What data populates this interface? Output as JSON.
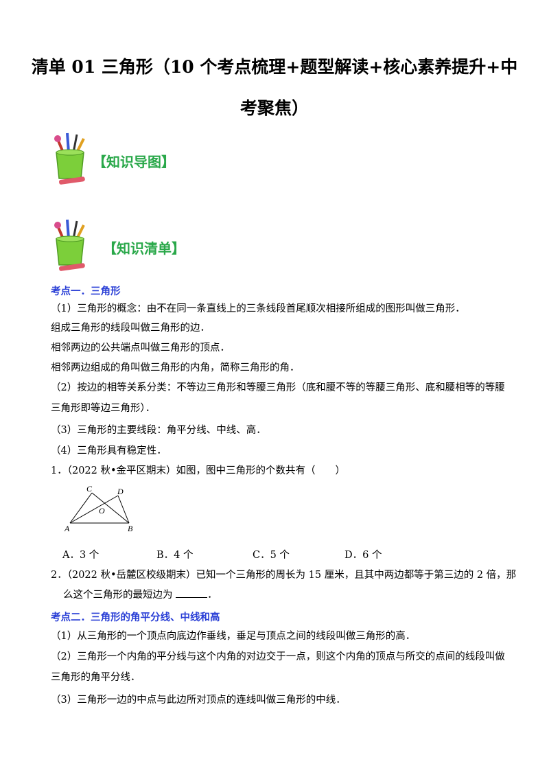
{
  "title": {
    "line1": "清单 01  三角形（10 个考点梳理+题型解读+核心素养提升+中",
    "line2": "考聚焦）"
  },
  "banners": {
    "mindmap": "【知识导图】",
    "checklist": "【知识清单】"
  },
  "section1": {
    "heading": "考点一．三角形",
    "p1": "（1）三角形的概念：由不在同一条直线上的三条线段首尾顺次相接所组成的图形叫做三角形．",
    "p2": "组成三角形的线段叫做三角形的边．",
    "p3": "相邻两边的公共端点叫做三角形的顶点．",
    "p4": "相邻两边组成的角叫做三角形的内角，简称三角形的角．",
    "p5a": "（2）按边的相等关系分类：不等边三角形和等腰三角形（底和腰不等的等腰三角形、底和腰相等的等腰",
    "p5b": "三角形即等边三角形）．",
    "p6": "（3）三角形的主要线段：角平分线、中线、高．",
    "p7": "（4）三角形具有稳定性．"
  },
  "q1": {
    "text": "1．（2022 秋•金平区期末）如图，图中三角形的个数共有（　　）",
    "figure_labels": [
      "C",
      "D",
      "O",
      "A",
      "B"
    ],
    "options": [
      "A．3 个",
      "B．4 个",
      "C．5 个",
      "D．6 个"
    ]
  },
  "q2": {
    "line1": "2．（2022 秋•岳麓区校级期末）已知一个三角形的周长为 15 厘米，且其中两边都等于第三边的 2 倍，那",
    "line2_pre": "么这个三角形的最短边为",
    "line2_post": "．"
  },
  "section2": {
    "heading": "考点二．三角形的角平分线、中线和高",
    "p1": "（1）从三角形的一个顶点向底边作垂线，垂足与顶点之间的线段叫做三角形的高．",
    "p2a": "（2）三角形一个内角的平分线与这个内角的对边交于一点，则这个内角的顶点与所交的点间的线段叫做",
    "p2b": "三角形的角平分线．",
    "p3": "（3）三角形一边的中点与此边所对顶点的连线叫做三角形的中线．"
  }
}
